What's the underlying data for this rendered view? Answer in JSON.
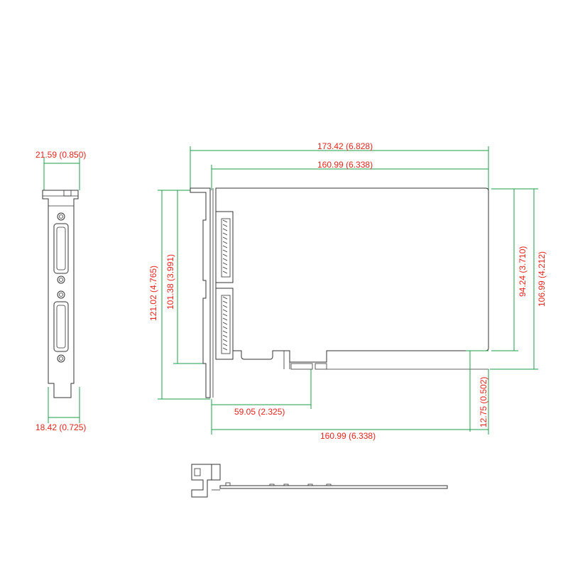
{
  "colors": {
    "dimension_text": "#e8231f",
    "dimension_line": "#1e9e4a",
    "outline": "#333333"
  },
  "dimensions": {
    "bracket_top_width": "21.59 (0.850)",
    "bracket_bottom_width": "18.42 (0.725)",
    "overall_length": "173.42 (6.828)",
    "board_length_top": "160.99 (6.338)",
    "bracket_height": "121.02 (4.765)",
    "connector_span": "101.38 (3.991)",
    "board_height": "94.24 (3.710)",
    "total_height": "106.99 (4.212)",
    "edge_connector_height": "12.75 (0.502)",
    "bus_offset": "59.05 (2.325)",
    "board_length_bottom": "160.99 (6.338)"
  },
  "views": [
    "bracket-front-view",
    "board-top-view",
    "board-side-view"
  ]
}
